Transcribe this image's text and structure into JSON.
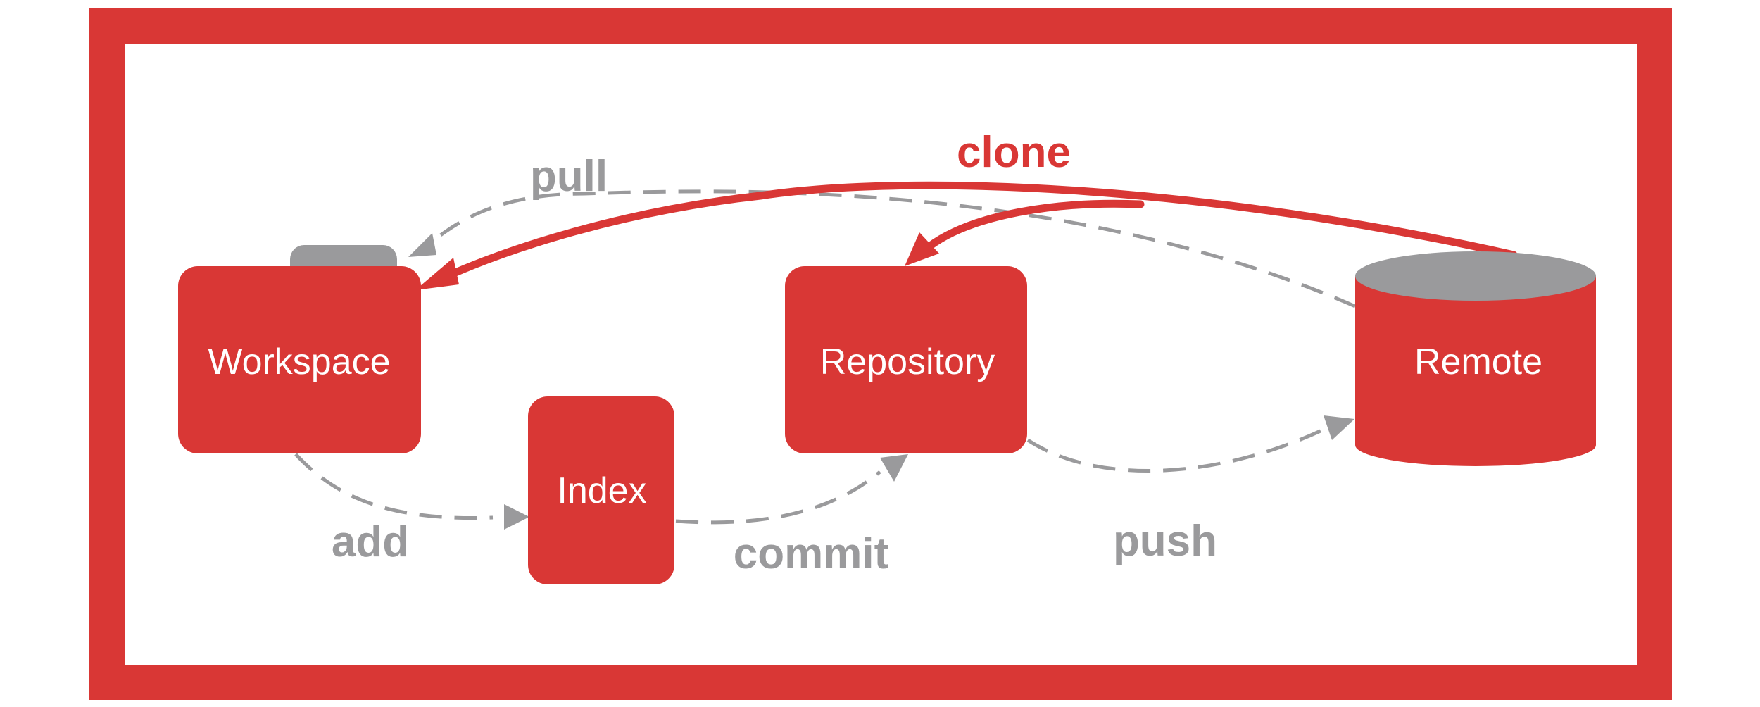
{
  "colors": {
    "accent": "#d93735",
    "muted": "#9a9a9c",
    "background": "#ffffff"
  },
  "nodes": {
    "workspace": {
      "label": "Workspace",
      "icon": "folder-icon"
    },
    "index": {
      "label": "Index"
    },
    "repository": {
      "label": "Repository"
    },
    "remote": {
      "label": "Remote",
      "icon": "database-icon"
    }
  },
  "edges": {
    "clone": {
      "label": "clone"
    },
    "pull": {
      "label": "pull"
    },
    "add": {
      "label": "add"
    },
    "commit": {
      "label": "commit"
    },
    "push": {
      "label": "push"
    }
  }
}
